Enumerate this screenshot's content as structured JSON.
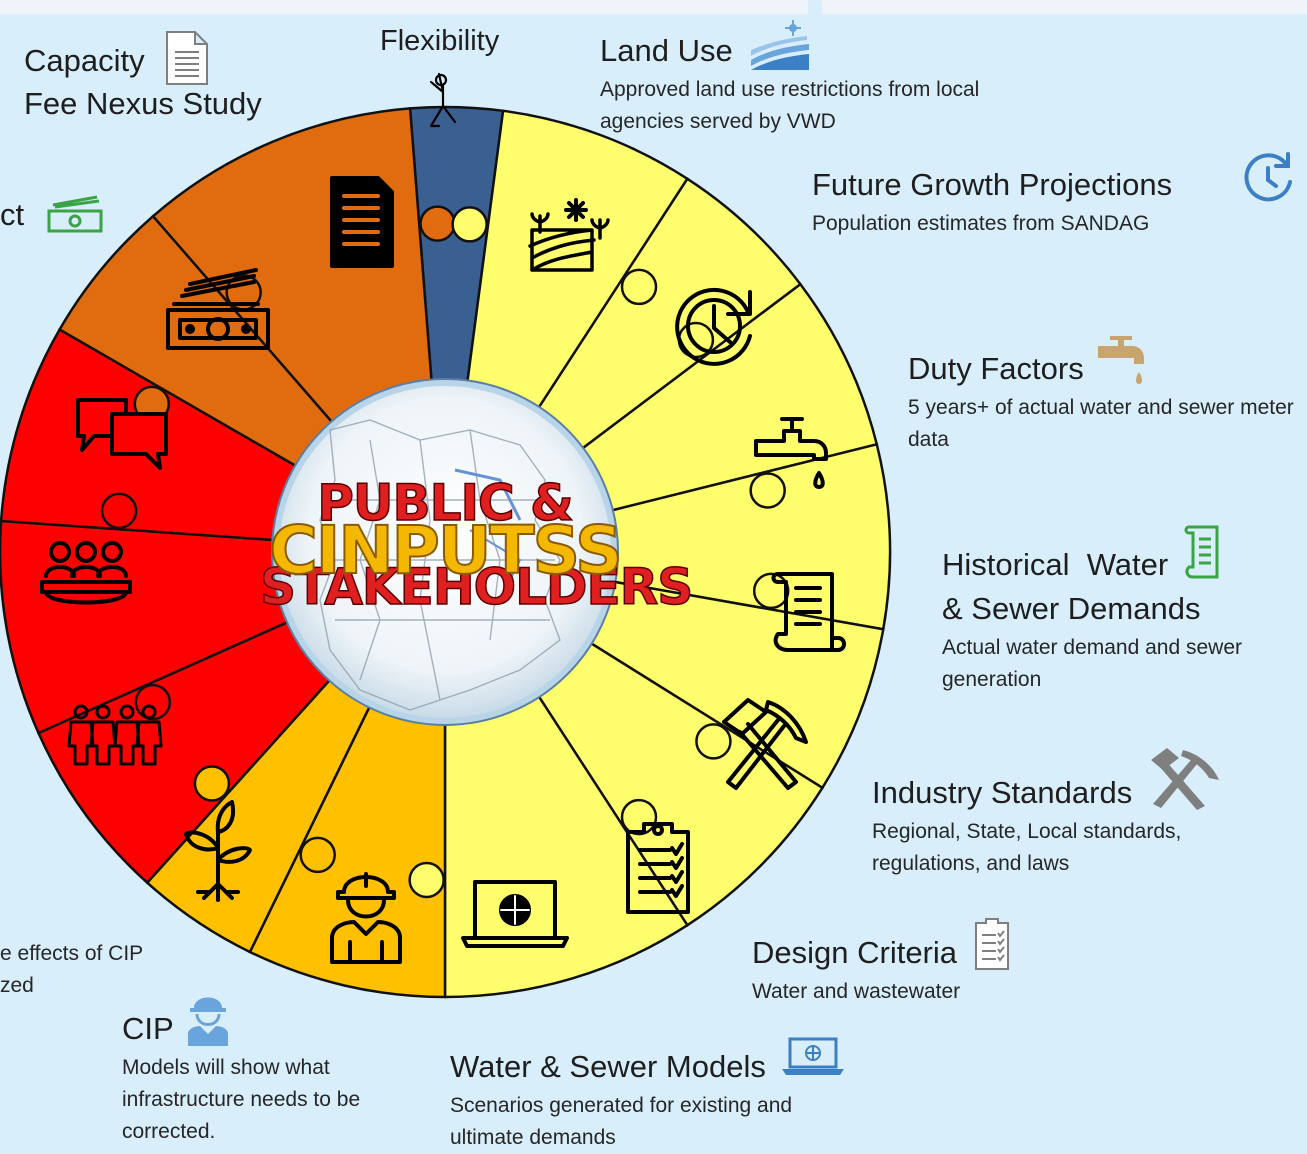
{
  "center": {
    "line1": "PUBLIC &",
    "line2": "STAKEHOLDERS",
    "overlay": "CINPUTSS"
  },
  "labels": {
    "capacity": {
      "title1": "Capacity",
      "title2": "Fee Nexus Study"
    },
    "flexibility": {
      "title": "Flexibility"
    },
    "land_use": {
      "title": "Land Use",
      "desc": "Approved land use restrictions from local agencies served by VWD"
    },
    "future_growth": {
      "title": "Future Growth Projections",
      "desc": "Population estimates from SANDAG"
    },
    "duty_factors": {
      "title": "Duty Factors",
      "desc": "5 years+ of actual water and sewer meter data"
    },
    "historical": {
      "title1": "Historical  Water",
      "title2": "& Sewer Demands",
      "desc": "Actual water demand and sewer generation"
    },
    "industry": {
      "title": "Industry Standards",
      "desc": "Regional, State, Local standards, regulations, and laws"
    },
    "design": {
      "title": "Design Criteria",
      "desc": "Water and wastewater"
    },
    "models": {
      "title": "Water & Sewer Models",
      "desc": "Scenarios generated for existing and ultimate demands"
    },
    "cip": {
      "title": "CIP",
      "desc": "Models will show what infrastructure needs to be corrected."
    },
    "cut_left_top": {
      "text": "ct"
    },
    "cut_left_bottom": {
      "line1": "e effects of CIP",
      "line2": "zed"
    }
  },
  "colors": {
    "background": "#d9eefb",
    "yellow": "#ffff6e",
    "gold": "#ffc000",
    "orange": "#e06c0f",
    "red": "#ff0000",
    "blue": "#3a5f91",
    "green_icon": "#3aa346",
    "blue_icon": "#3b7fc4",
    "tan_icon": "#c8a46e",
    "gray_icon": "#7f7f7f"
  },
  "segments": [
    {
      "name": "flexibility",
      "color": "blue",
      "icon": "person-stretch-icon"
    },
    {
      "name": "land-use",
      "color": "yellow",
      "icon": "farm-field-icon"
    },
    {
      "name": "future-growth",
      "color": "yellow",
      "icon": "clock-refresh-icon"
    },
    {
      "name": "duty-factors",
      "color": "yellow",
      "icon": "faucet-icon"
    },
    {
      "name": "historical-demands",
      "color": "yellow",
      "icon": "scroll-icon"
    },
    {
      "name": "industry-standards",
      "color": "yellow",
      "icon": "hammer-pick-icon"
    },
    {
      "name": "design-criteria",
      "color": "yellow",
      "icon": "clipboard-checklist-icon"
    },
    {
      "name": "water-sewer-models",
      "color": "yellow",
      "icon": "laptop-globe-icon"
    },
    {
      "name": "cip",
      "color": "gold",
      "icon": "engineer-icon"
    },
    {
      "name": "environmental",
      "color": "gold",
      "icon": "seedling-icon"
    },
    {
      "name": "community",
      "color": "red",
      "icon": "people-group-icon"
    },
    {
      "name": "meetings",
      "color": "red",
      "icon": "meeting-icon"
    },
    {
      "name": "outreach",
      "color": "red",
      "icon": "speech-bubbles-icon"
    },
    {
      "name": "cost-impact",
      "color": "orange",
      "icon": "money-icon"
    },
    {
      "name": "capacity-fee",
      "color": "orange",
      "icon": "document-icon"
    }
  ]
}
